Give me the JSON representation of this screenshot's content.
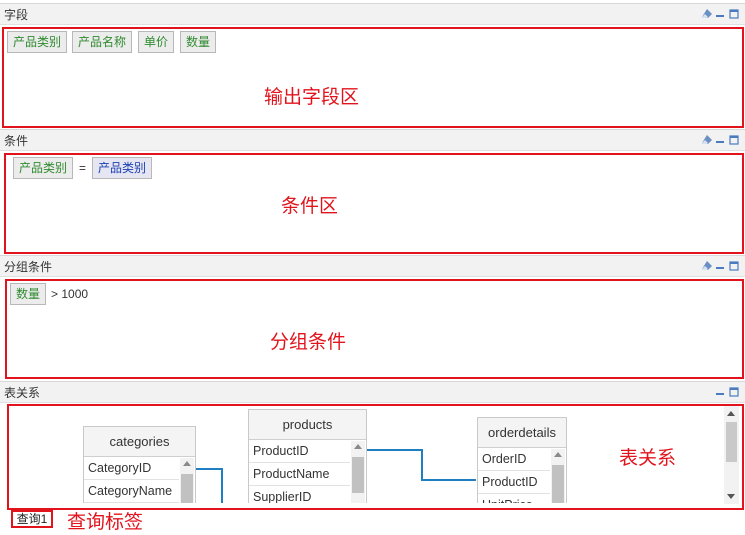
{
  "panels": {
    "fields": {
      "title": "字段",
      "tags": [
        "产品类别",
        "产品名称",
        "单价",
        "数量"
      ],
      "annotation": "输出字段区"
    },
    "conditions": {
      "title": "条件",
      "left_tag": "产品类别",
      "operator": "=",
      "right_tag": "产品类别",
      "annotation": "条件区"
    },
    "group_conditions": {
      "title": "分组条件",
      "tag": "数量",
      "expression": "> 1000",
      "annotation": "分组条件"
    },
    "table_relations": {
      "title": "表关系",
      "annotation": "表关系",
      "tables": [
        {
          "name": "categories",
          "fields": [
            "CategoryID",
            "CategoryName"
          ]
        },
        {
          "name": "products",
          "fields": [
            "ProductID",
            "ProductName",
            "SupplierID"
          ]
        },
        {
          "name": "orderdetails",
          "fields": [
            "OrderID",
            "ProductID",
            "UnitPrice"
          ]
        }
      ]
    }
  },
  "query_tab": {
    "label": "查询1",
    "annotation": "查询标签"
  },
  "icons": {
    "clear": "eraser-icon",
    "minimize": "minimize-icon",
    "maximize": "maximize-icon"
  },
  "colors": {
    "annotation": "#e1141d",
    "field_tag_text": "#2f8a2f",
    "value_tag_text": "#1a3fb3",
    "relation_line": "#1f7fc1"
  }
}
